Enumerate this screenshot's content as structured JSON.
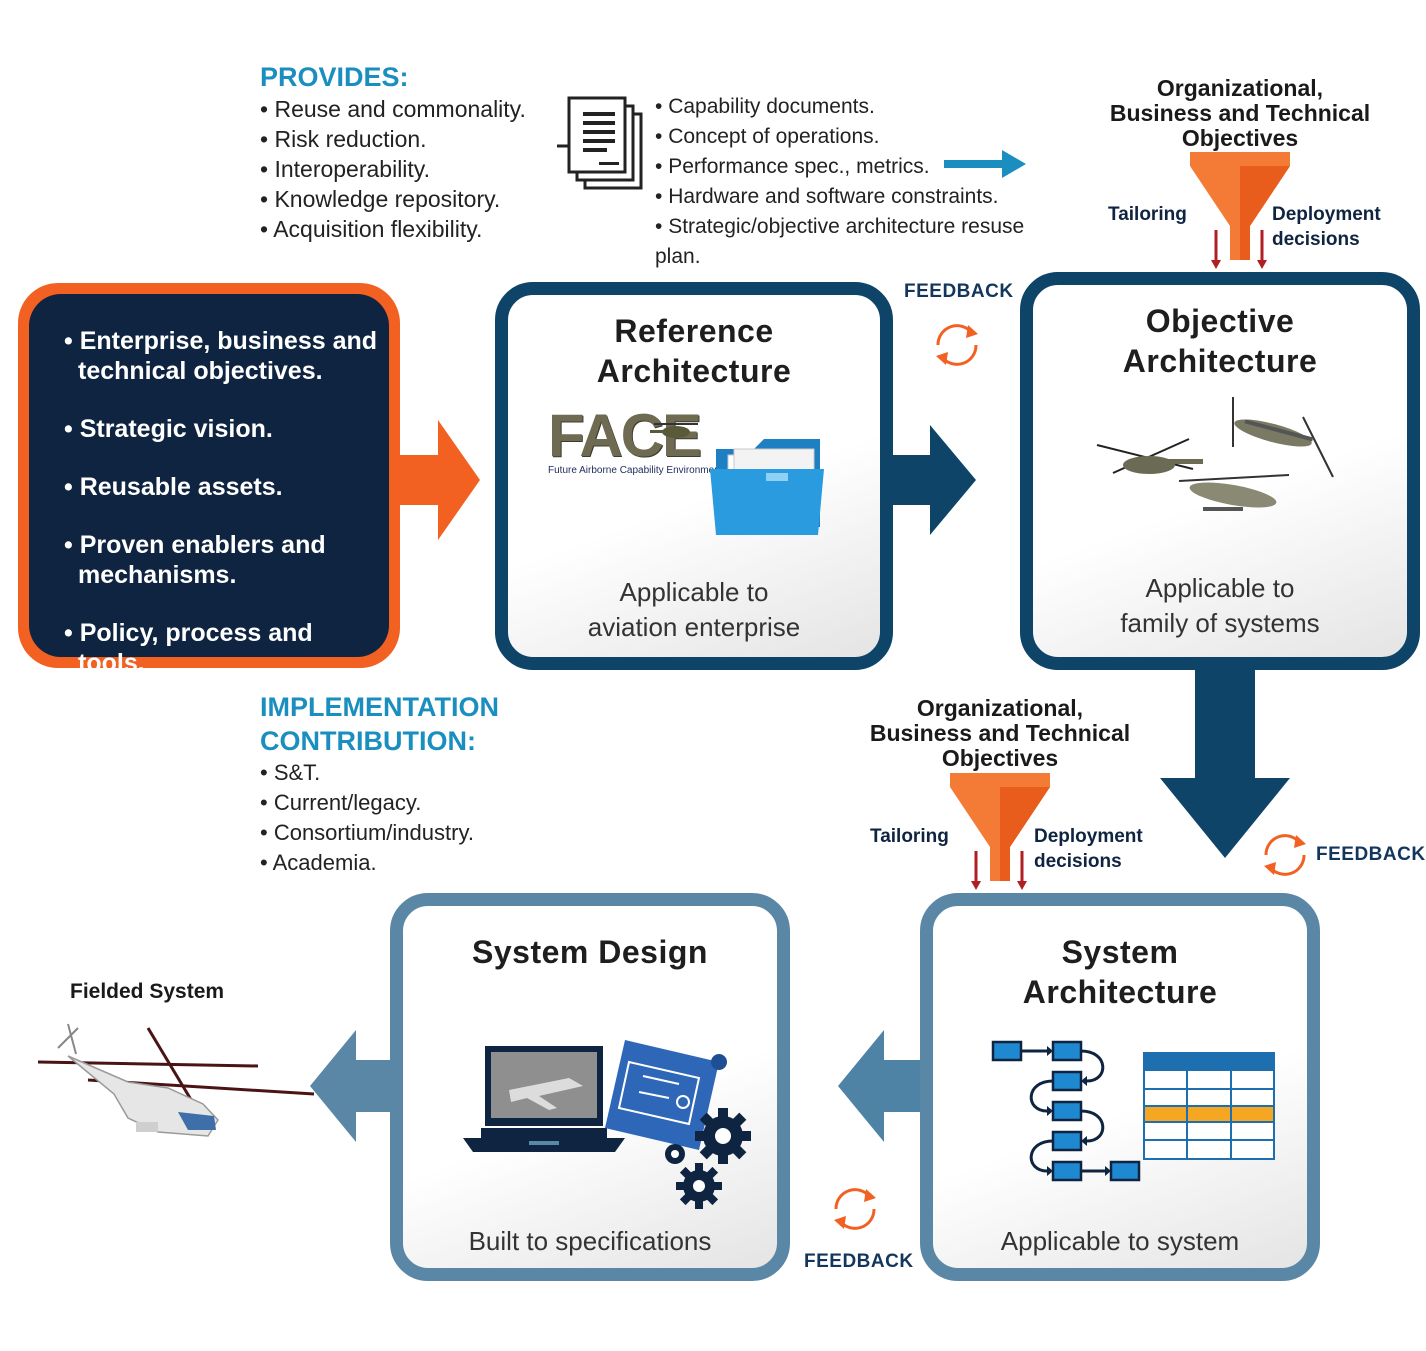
{
  "provides": {
    "heading": "PROVIDES:",
    "items": [
      "Reuse and commonality.",
      "Risk reduction.",
      "Interoperability.",
      "Knowledge repository.",
      "Acquisition flexibility."
    ]
  },
  "documents": {
    "items": [
      "Capability documents.",
      "Concept of operations.",
      "Performance spec., metrics.",
      "Hardware and software constraints.",
      "Strategic/objective architecture resuse plan."
    ]
  },
  "funnel_top": {
    "title_lines": [
      "Organizational,",
      "Business and Technical",
      "Objectives"
    ],
    "left_label": "Tailoring",
    "right_label_lines": [
      "Deployment",
      "decisions"
    ]
  },
  "funnel_mid": {
    "title_lines": [
      "Organizational,",
      "Business and Technical",
      "Objectives"
    ],
    "left_label": "Tailoring",
    "right_label_lines": [
      "Deployment",
      "decisions"
    ]
  },
  "inputs_panel": {
    "items": [
      "Enterprise, business and technical objectives.",
      "Strategic vision.",
      "Reusable assets.",
      "Proven enablers and mechanisms.",
      "Policy, process and tools."
    ]
  },
  "reference_arch": {
    "title_lines": [
      "Reference",
      "Architecture"
    ],
    "logo_text": "FACE",
    "logo_subtitle": "Future Airborne Capability Environment",
    "caption_lines": [
      "Applicable to",
      "aviation enterprise"
    ]
  },
  "objective_arch": {
    "title_lines": [
      "Objective",
      "Architecture"
    ],
    "caption_lines": [
      "Applicable to",
      "family of systems"
    ]
  },
  "system_arch": {
    "title_lines": [
      "System",
      "Architecture"
    ],
    "caption": "Applicable to system"
  },
  "system_design": {
    "title": "System Design",
    "caption": "Built to specifications"
  },
  "implementation": {
    "heading_lines": [
      "IMPLEMENTATION",
      "CONTRIBUTION:"
    ],
    "items": [
      "S&T.",
      "Current/legacy.",
      "Consortium/industry.",
      "Academia."
    ]
  },
  "feedback_labels": [
    "FEEDBACK",
    "FEEDBACK",
    "FEEDBACK"
  ],
  "fielded": {
    "label": "Fielded System"
  },
  "colors": {
    "orange": "#f26122",
    "navy": "#0f2440",
    "dark_teal": "#0e4468",
    "steel_blue": "#5b87a6",
    "heading_blue": "#1a8fbf",
    "funnel_orange": "#f47b36",
    "arrow_red": "#b01f24"
  }
}
